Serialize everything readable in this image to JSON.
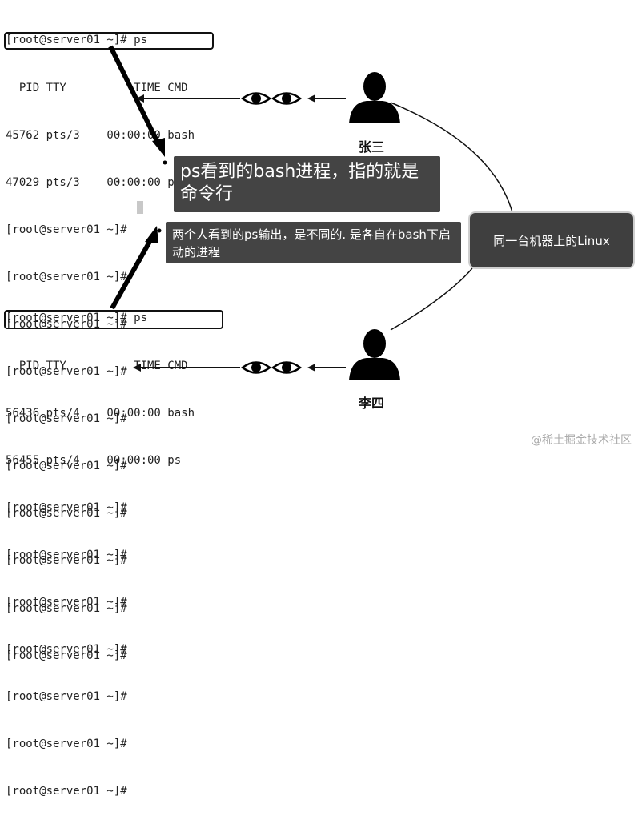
{
  "terminal_top": {
    "lines": [
      "[root@server01 ~]# ps",
      "  PID TTY          TIME CMD",
      "45762 pts/3    00:00:00 bash",
      "47029 pts/3    00:00:00 ps",
      "[root@server01 ~]#",
      "[root@server01 ~]#",
      "[root@server01 ~]#",
      "[root@server01 ~]#",
      "[root@server01 ~]#",
      "[root@server01 ~]#",
      "[root@server01 ~]#",
      "[root@server01 ~]#",
      "[root@server01 ~]#",
      "[root@server01 ~]#"
    ]
  },
  "terminal_bottom": {
    "lines": [
      "[root@server01 ~]# ps",
      "  PID TTY          TIME CMD",
      "56436 pts/4    00:00:00 bash",
      "56455 pts/4    00:00:00 ps",
      "[root@server01 ~]#",
      "[root@server01 ~]#",
      "[root@server01 ~]#",
      "[root@server01 ~]#",
      "[root@server01 ~]#",
      "[root@server01 ~]#",
      "[root@server01 ~]#"
    ]
  },
  "callouts": {
    "bash_is_shell": "ps看到的bash进程，指的就是命令行",
    "different_processes": "两个人看到的ps输出，是不同的. 是各自在bash下启动的进程"
  },
  "server": {
    "label": "同一台机器上的Linux"
  },
  "users": {
    "user1": "张三",
    "user2": "李四"
  },
  "watermark": "@稀土掘金技术社区",
  "colors": {
    "callout_bg": "#444444",
    "server_bg": "#3f3f3f",
    "box_border": "#111111"
  }
}
